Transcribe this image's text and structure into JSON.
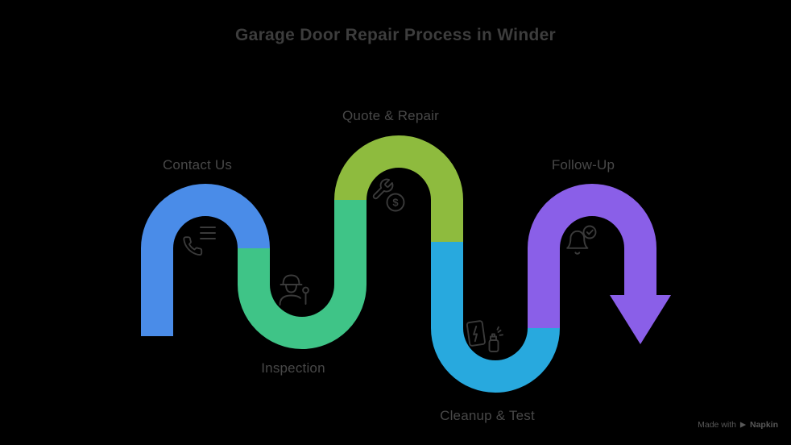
{
  "title": "Garage Door Repair Process in Winder",
  "steps": [
    {
      "label": "Contact Us",
      "color": "#4a8ce8",
      "icon": "phone-list-icon"
    },
    {
      "label": "Inspection",
      "color": "#3fc487",
      "icon": "technician-icon"
    },
    {
      "label": "Quote & Repair",
      "color": "#8ebb3e",
      "icon": "wrench-dollar-icon",
      "icon_glyph": "$"
    },
    {
      "label": "Cleanup & Test",
      "color": "#28a9de",
      "icon": "spray-clean-icon"
    },
    {
      "label": "Follow-Up",
      "color": "#8a5fe8",
      "icon": "bell-check-icon"
    }
  ],
  "watermark": {
    "made_with": "Made with",
    "brand": "Napkin"
  },
  "colors": {
    "background": "#000000",
    "title": "#3d3d3d",
    "label": "#484848",
    "icon": "#3a3a3a",
    "watermark": "#585858"
  }
}
